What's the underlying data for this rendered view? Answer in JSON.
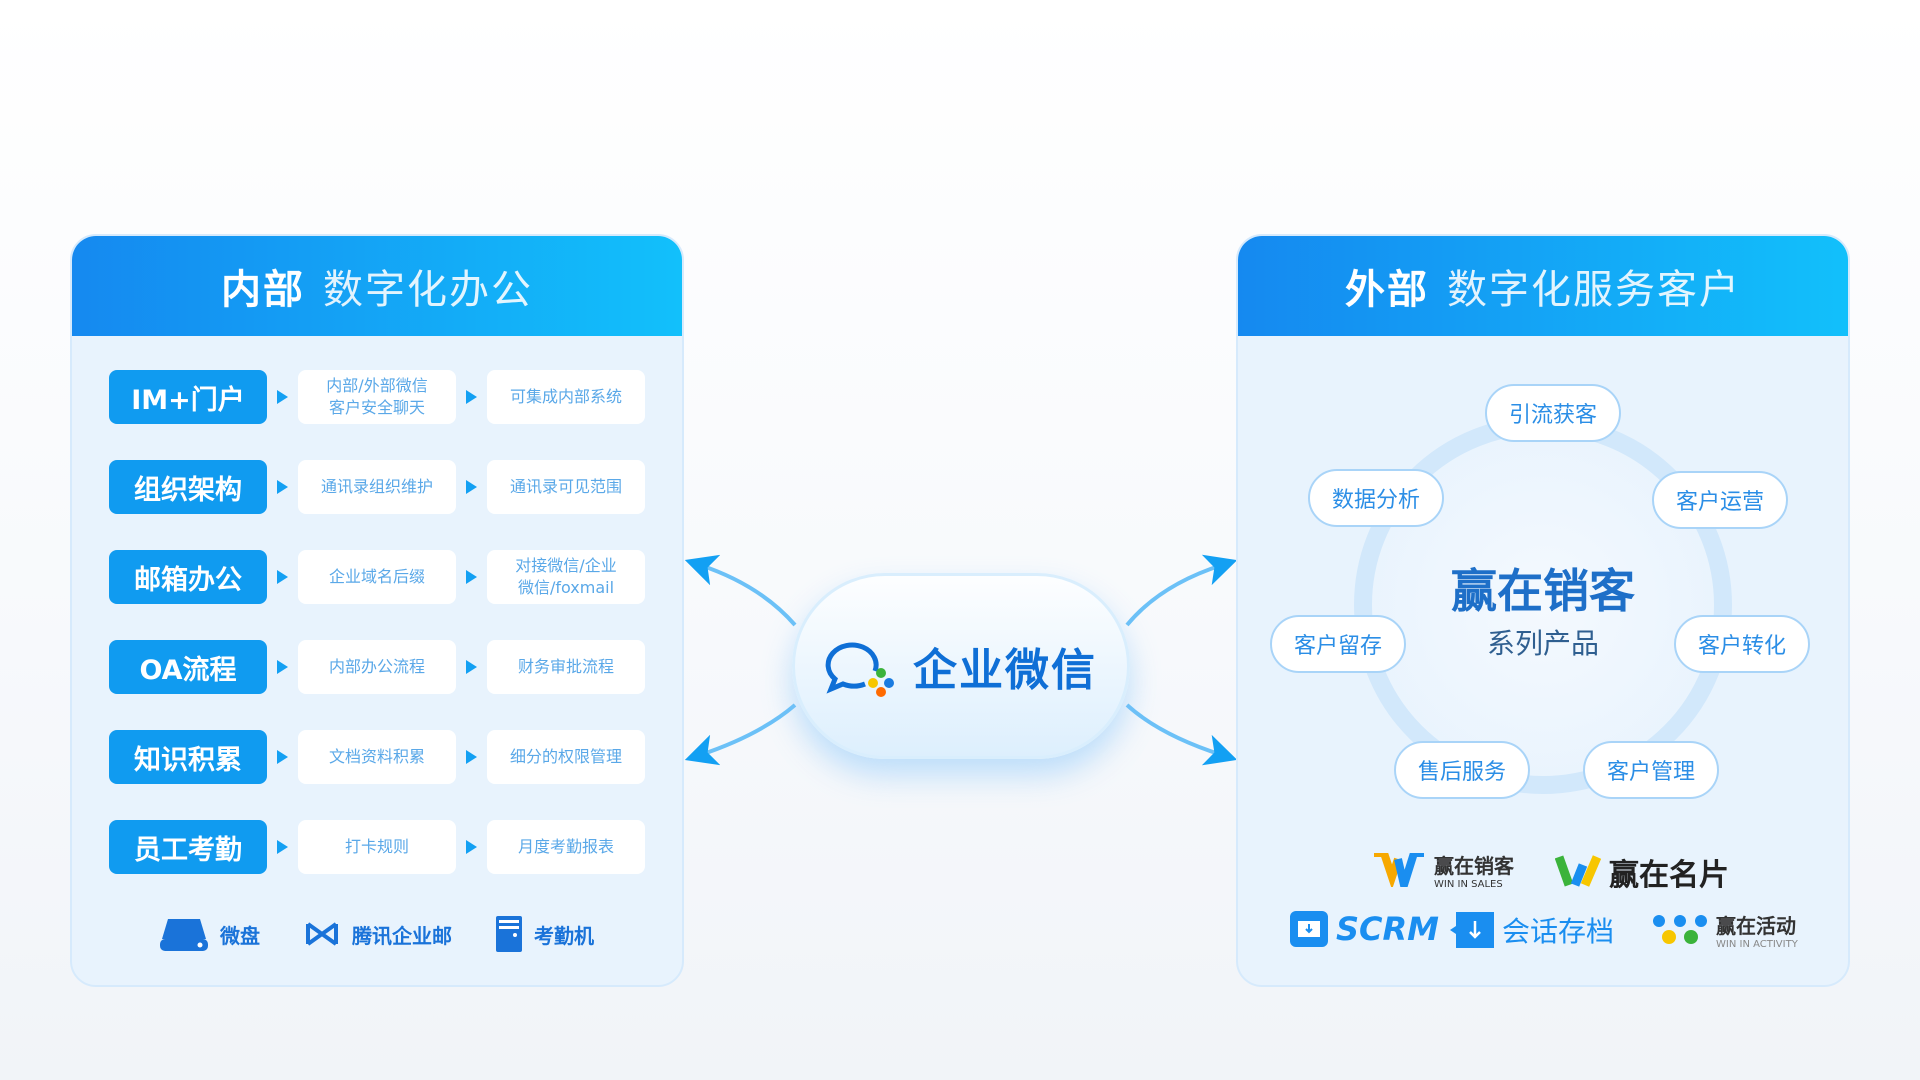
{
  "left": {
    "title_bold": "内部",
    "title_rest": "数字化办公",
    "rows": [
      {
        "label": "IM+门户",
        "step1": "内部/外部微信\n客户安全聊天",
        "step2": "可集成内部系统"
      },
      {
        "label": "组织架构",
        "step1": "通讯录组织维护",
        "step2": "通讯录可见范围"
      },
      {
        "label": "邮箱办公",
        "step1": "企业域名后缀",
        "step2": "对接微信/企业\n微信/foxmail"
      },
      {
        "label": "OA流程",
        "step1": "内部办公流程",
        "step2": "财务审批流程"
      },
      {
        "label": "知识积累",
        "step1": "文档资料积累",
        "step2": "细分的权限管理"
      },
      {
        "label": "员工考勤",
        "step1": "打卡规则",
        "step2": "月度考勤报表"
      }
    ],
    "tools": [
      {
        "icon": "disk-icon",
        "label": "微盘"
      },
      {
        "icon": "tencent-mail-icon",
        "label": "腾讯企业邮"
      },
      {
        "icon": "attendance-machine-icon",
        "label": "考勤机"
      }
    ]
  },
  "center": {
    "label": "企业微信"
  },
  "right": {
    "title_bold": "外部",
    "title_rest": "数字化服务客户",
    "core_title": "赢在销客",
    "core_sub": "系列产品",
    "tags": [
      "引流获客",
      "数据分析",
      "客户运营",
      "客户留存",
      "客户转化",
      "售后服务",
      "客户管理"
    ],
    "logos": {
      "sales": "赢在销客",
      "sales_en": "WIN IN SALES",
      "card": "赢在名片",
      "scrm": "SCRM",
      "archive": "会话存档",
      "activity": "赢在活动",
      "activity_en": "WIN IN ACTIVITY"
    }
  },
  "colors": {
    "primary": "#109bf0",
    "dark_blue": "#0f6fd6"
  }
}
